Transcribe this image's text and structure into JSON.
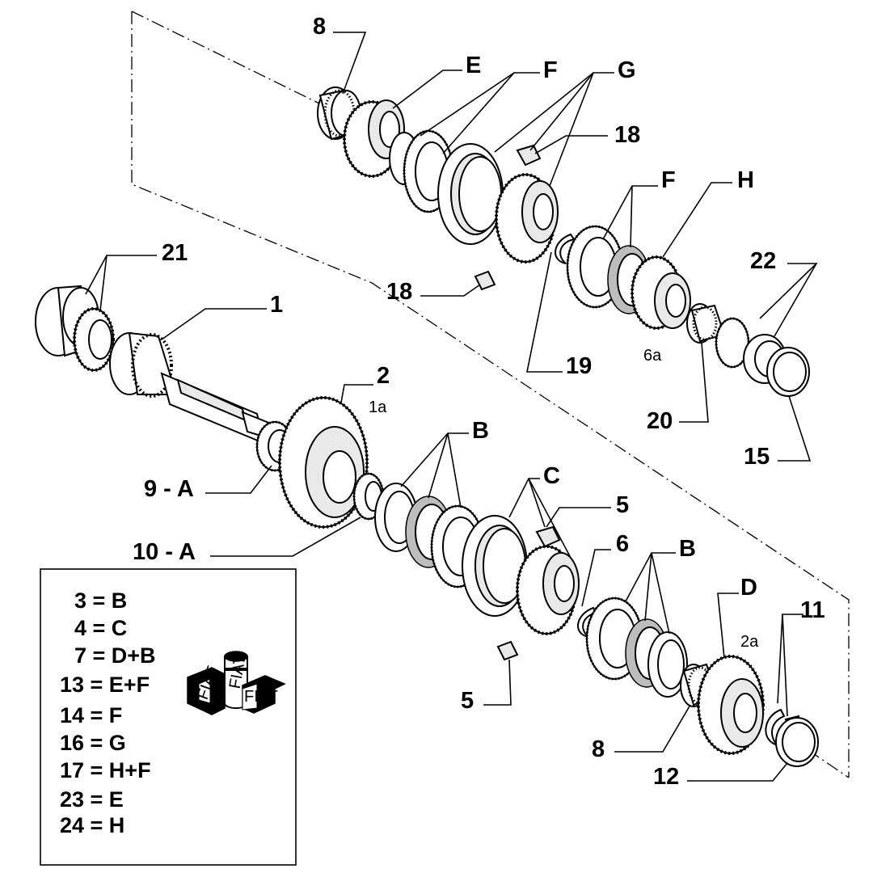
{
  "callouts": {
    "c8_top": "8",
    "cE_top": "E",
    "cF_top": "F",
    "cG": "G",
    "c18_top": "18",
    "cF_mid": "F",
    "cH": "H",
    "c22": "22",
    "c21": "21",
    "c18_mid": "18",
    "c1": "1",
    "c19": "19",
    "c6a": "6a",
    "c20": "20",
    "c15": "15",
    "c2": "2",
    "c1a": "1a",
    "cB_1": "B",
    "c9A": "9 - A",
    "cC": "C",
    "c5_top": "5",
    "c6": "6",
    "cB_2": "B",
    "c10A": "10 - A",
    "cD": "D",
    "c11": "11",
    "c2a": "2a",
    "c5_bot": "5",
    "c8_bot": "8",
    "c12": "12"
  },
  "legend": [
    "3 = B",
    "4 = C",
    "7 = D+B",
    "13 = E+F",
    "14 = F",
    "16 = G",
    "17 = H+F",
    "23 = E",
    "24 = H"
  ],
  "logo": {
    "can_label": "FIAT",
    "box_label": "FIAT"
  }
}
